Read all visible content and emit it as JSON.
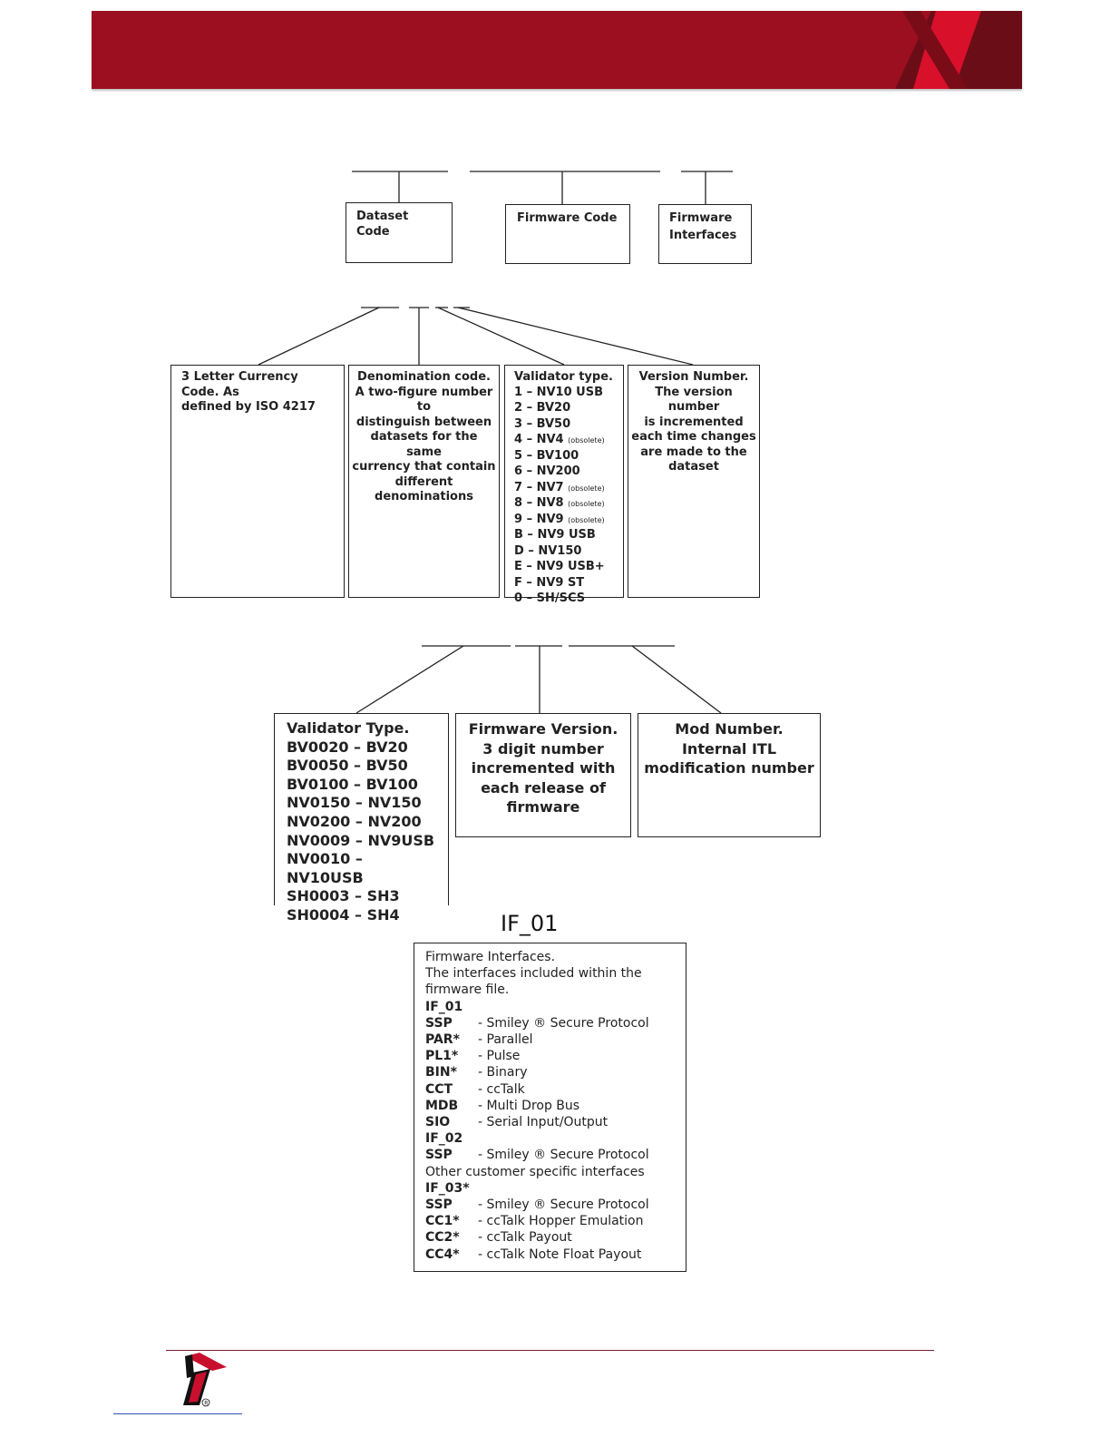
{
  "header": {
    "brand_color": "#9b0f20",
    "accent_color": "#c8102e"
  },
  "level1": {
    "dataset_code": "Dataset Code",
    "firmware_code": "Firmware Code",
    "firmware_interfaces_line1": "Firmware",
    "firmware_interfaces_line2": "Interfaces"
  },
  "level2": {
    "currency": [
      "3 Letter Currency Code. As",
      "defined by ISO 4217"
    ],
    "denomination": [
      "Denomination code.",
      "A two-figure number to",
      "distinguish between",
      "datasets for the same",
      "currency that contain",
      "different",
      "denominations"
    ],
    "validator_title": "Validator type.",
    "validator_types": [
      {
        "text": "1 – NV10 USB",
        "note": ""
      },
      {
        "text": "2 – BV20",
        "note": ""
      },
      {
        "text": "3 – BV50",
        "note": ""
      },
      {
        "text": "4 – NV4",
        "note": "(obsolete)"
      },
      {
        "text": "5 – BV100",
        "note": ""
      },
      {
        "text": "6 – NV200",
        "note": ""
      },
      {
        "text": "7 – NV7",
        "note": "(obsolete)"
      },
      {
        "text": "8 – NV8",
        "note": "(obsolete)"
      },
      {
        "text": "9 – NV9",
        "note": "(obsolete)"
      },
      {
        "text": "B – NV9 USB",
        "note": ""
      },
      {
        "text": "D – NV150",
        "note": ""
      },
      {
        "text": "E – NV9 USB+",
        "note": ""
      },
      {
        "text": "F – NV9 ST",
        "note": ""
      },
      {
        "text": "0 – SH/SCS",
        "note": ""
      }
    ],
    "version": [
      "Version Number.",
      "The version number",
      "is incremented",
      "each time changes",
      "are made to the",
      "dataset"
    ]
  },
  "level3": {
    "validator_type": [
      "Validator Type.",
      "BV0020 – BV20",
      "BV0050 – BV50",
      "BV0100 – BV100",
      "NV0150 – NV150",
      "NV0200 – NV200",
      "NV0009 – NV9USB",
      "NV0010 – NV10USB",
      "SH0003 – SH3",
      "SH0004 – SH4"
    ],
    "firmware_version": [
      "Firmware Version.",
      "3 digit number",
      "incremented with",
      "each release of",
      "firmware"
    ],
    "mod_number": [
      "Mod Number.",
      "Internal ITL",
      "modification number"
    ]
  },
  "interfaces_title": "IF_01",
  "interfaces": {
    "intro": [
      "Firmware Interfaces.",
      "The interfaces included within the",
      "firmware file."
    ],
    "groups": [
      {
        "heading": "IF_01",
        "rows": [
          {
            "code": "SSP",
            "desc": "- Smiley ® Secure Protocol"
          },
          {
            "code": "PAR*",
            "desc": "- Parallel"
          },
          {
            "code": "PL1*",
            "desc": "- Pulse"
          },
          {
            "code": "BIN*",
            "desc": "- Binary"
          },
          {
            "code": "CCT",
            "desc": "- ccTalk"
          },
          {
            "code": "MDB",
            "desc": "- Multi Drop Bus"
          },
          {
            "code": "SIO",
            "desc": "- Serial Input/Output"
          }
        ]
      },
      {
        "heading": "IF_02",
        "rows": [
          {
            "code": "SSP",
            "desc": "- Smiley ® Secure Protocol"
          }
        ],
        "note": "Other customer specific interfaces"
      },
      {
        "heading": "IF_03*",
        "rows": [
          {
            "code": "SSP",
            "desc": "- Smiley ® Secure Protocol"
          },
          {
            "code": "CC1*",
            "desc": "- ccTalk Hopper Emulation"
          },
          {
            "code": "CC2*",
            "desc": "- ccTalk Payout"
          },
          {
            "code": "CC4*",
            "desc": "- ccTalk Note Float Payout"
          }
        ]
      }
    ]
  }
}
